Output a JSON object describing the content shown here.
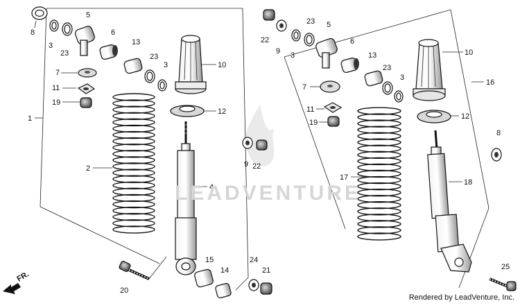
{
  "footer": "Rendered by LeadVenture, Inc.",
  "watermark": "LEADVENTURE",
  "front_arrow": "FR.",
  "callouts": {
    "left": {
      "c8": "8",
      "c3a": "3",
      "c23a": "23",
      "c5": "5",
      "c6": "6",
      "c13": "13",
      "c23b": "23",
      "c3b": "3",
      "c7": "7",
      "c11": "11",
      "c19": "19",
      "c1": "1",
      "c2": "2",
      "c10": "10",
      "c12": "12",
      "c4": "4",
      "c9": "9",
      "c22": "22",
      "c20": "20",
      "c15": "15",
      "c14": "14",
      "c24": "24",
      "c21": "21"
    },
    "right": {
      "c22": "22",
      "c9": "9",
      "c23a": "23",
      "c3a": "3",
      "c5": "5",
      "c6": "6",
      "c13": "13",
      "c23b": "23",
      "c3b": "3",
      "c10": "10",
      "c16": "16",
      "c7": "7",
      "c11": "11",
      "c19": "19",
      "c12": "12",
      "c17": "17",
      "c8": "8",
      "c18": "18",
      "c25": "25"
    }
  }
}
